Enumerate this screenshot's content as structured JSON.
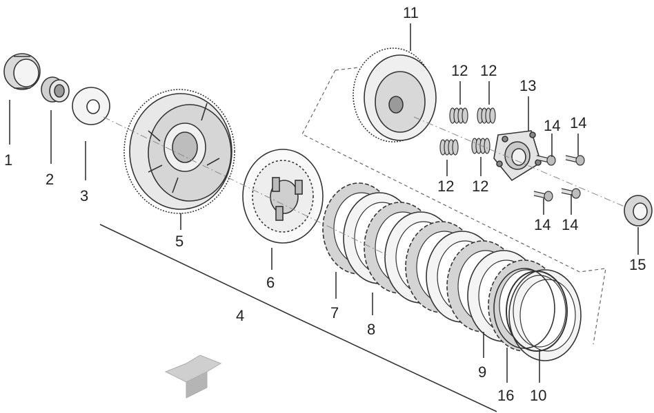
{
  "diagram": {
    "callouts": [
      {
        "id": "c1",
        "text": "1"
      },
      {
        "id": "c2",
        "text": "2"
      },
      {
        "id": "c3",
        "text": "3"
      },
      {
        "id": "c4",
        "text": "4"
      },
      {
        "id": "c5",
        "text": "5"
      },
      {
        "id": "c6",
        "text": "6"
      },
      {
        "id": "c7",
        "text": "7"
      },
      {
        "id": "c8",
        "text": "8"
      },
      {
        "id": "c9",
        "text": "9"
      },
      {
        "id": "c10",
        "text": "10"
      },
      {
        "id": "c11",
        "text": "11"
      },
      {
        "id": "c12a",
        "text": "12"
      },
      {
        "id": "c12b",
        "text": "12"
      },
      {
        "id": "c12c",
        "text": "12"
      },
      {
        "id": "c12d",
        "text": "12"
      },
      {
        "id": "c13",
        "text": "13"
      },
      {
        "id": "c14a",
        "text": "14"
      },
      {
        "id": "c14b",
        "text": "14"
      },
      {
        "id": "c14c",
        "text": "14"
      },
      {
        "id": "c14d",
        "text": "14"
      },
      {
        "id": "c15",
        "text": "15"
      },
      {
        "id": "c16",
        "text": "16"
      }
    ],
    "colors": {
      "line": "#333333",
      "part_fill": "#e6e6e6",
      "part_dark": "#9a9a9a",
      "arrow": "#c8c8c8"
    }
  }
}
